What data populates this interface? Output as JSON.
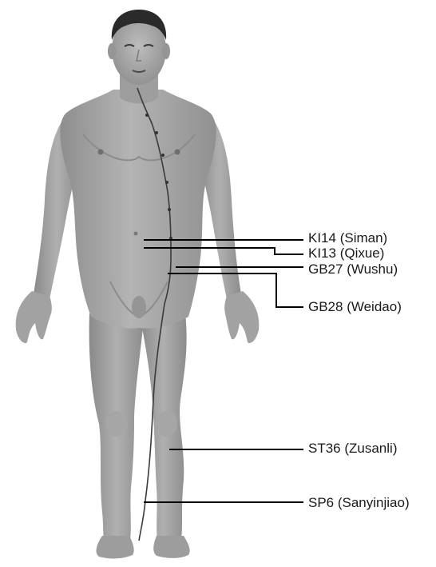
{
  "figure": {
    "subject": "front-view human body figure with acupuncture point labels",
    "colors": {
      "skin": "#a8a8a8",
      "skin_shadow": "#8a8a8a",
      "skin_highlight": "#c4c4c4",
      "hair": "#2a2a2a",
      "leader_line": "#000000",
      "meridian_line": "#3a3a3a",
      "background": "#ffffff"
    }
  },
  "points": [
    {
      "id": "ki14",
      "code": "KI14",
      "name": "Siman",
      "label": "KI14 (Siman)"
    },
    {
      "id": "ki13",
      "code": "KI13",
      "name": "Qixue",
      "label": "KI13 (Qixue)"
    },
    {
      "id": "gb27",
      "code": "GB27",
      "name": "Wushu",
      "label": "GB27 (Wushu)"
    },
    {
      "id": "gb28",
      "code": "GB28",
      "name": "Weidao",
      "label": "GB28 (Weidao)"
    },
    {
      "id": "st36",
      "code": "ST36",
      "name": "Zusanli",
      "label": "ST36 (Zusanli)"
    },
    {
      "id": "sp6",
      "code": "SP6",
      "name": "Sanyinjiao",
      "label": "SP6 (Sanyinjiao)"
    }
  ]
}
